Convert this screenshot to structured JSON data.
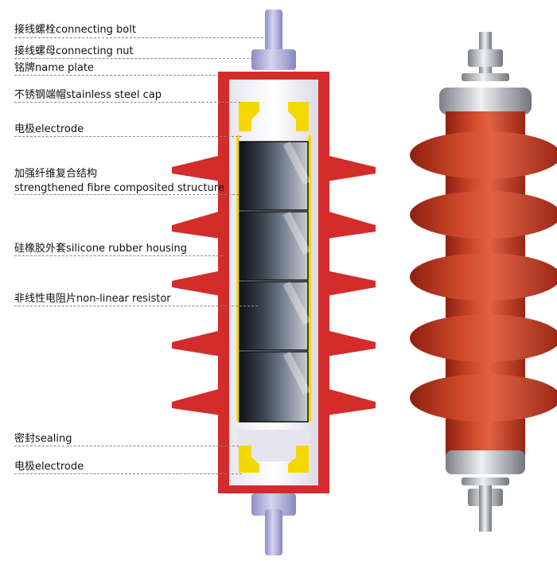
{
  "labels": {
    "connecting_bolt": "接线螺栓connecting bolt",
    "connecting_nut": "接线螺母connecting nut",
    "name_plate": "铭牌name plate",
    "stainless_steel_cap": "不锈钢端帽stainless steel cap",
    "electrode_top": "电极electrode",
    "fibre_line1": "加强纤维复合结构",
    "fibre_line2": "strengthened fibre composited structure",
    "silicone_rubber_housing": "硅橡胶外套silicone rubber housing",
    "non_linear_resistor": "非线性电阻片non-linear resistor",
    "sealing": "密封sealing",
    "electrode_bottom": "电极electrode"
  },
  "colors": {
    "housing_red": "#d42b2b",
    "cap_yellow": "#f4d800",
    "bolt_lavender": "#b8b6dc",
    "resistor_dark": "#23272e",
    "photo_red": "#c9371f",
    "metal_gray": "#aeb3b8"
  }
}
